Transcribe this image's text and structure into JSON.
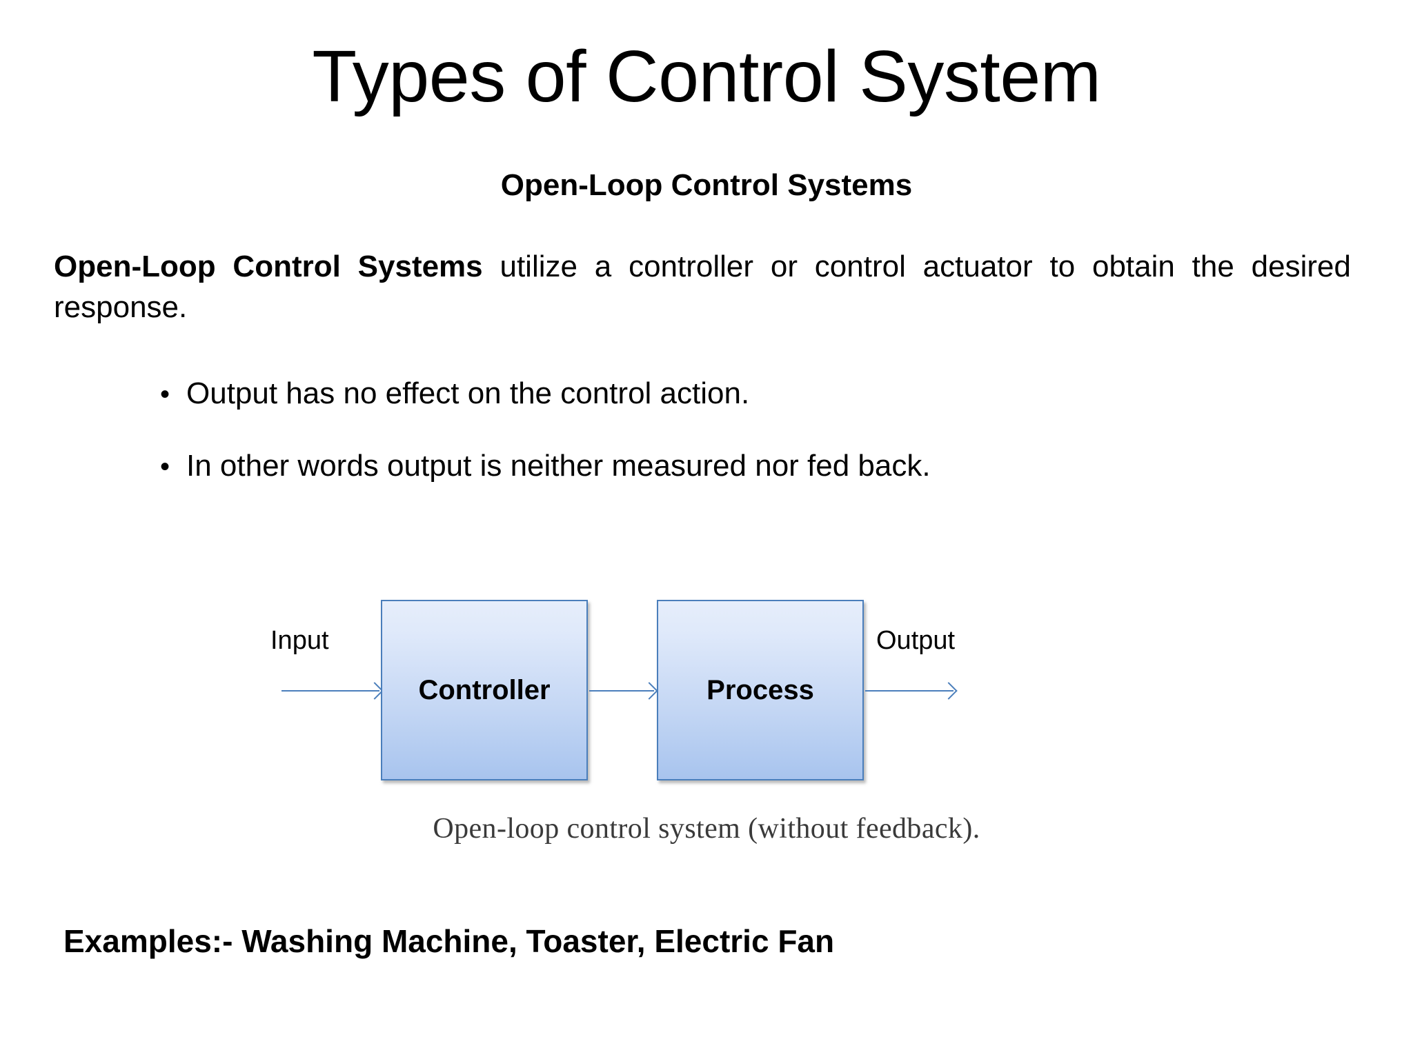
{
  "slide": {
    "title": "Types of Control System",
    "subtitle": "Open-Loop Control Systems",
    "paragraph": {
      "lead": "Open-Loop Control Systems",
      "rest": " utilize a controller or control actuator to obtain the desired response."
    },
    "bullets": [
      {
        "marker": "•",
        "text": "Output has no effect on the control action."
      },
      {
        "marker": "•",
        "text": " In other words output is neither measured nor fed back."
      }
    ],
    "diagram": {
      "input_label": "Input",
      "output_label": "Output",
      "blocks": [
        {
          "label": "Controller"
        },
        {
          "label": "Process"
        }
      ],
      "arrows": [
        {
          "name": "input-arrow"
        },
        {
          "name": "controller-to-process-arrow"
        },
        {
          "name": "output-arrow"
        }
      ],
      "caption": "Open-loop control system (without feedback).",
      "colors": {
        "block_border": "#4a7ebb",
        "block_fill_top": "#e6eefb",
        "block_fill_bottom": "#a8c4ee",
        "arrow": "#4a7ebb"
      }
    },
    "examples": "Examples:- Washing Machine, Toaster, Electric Fan"
  }
}
